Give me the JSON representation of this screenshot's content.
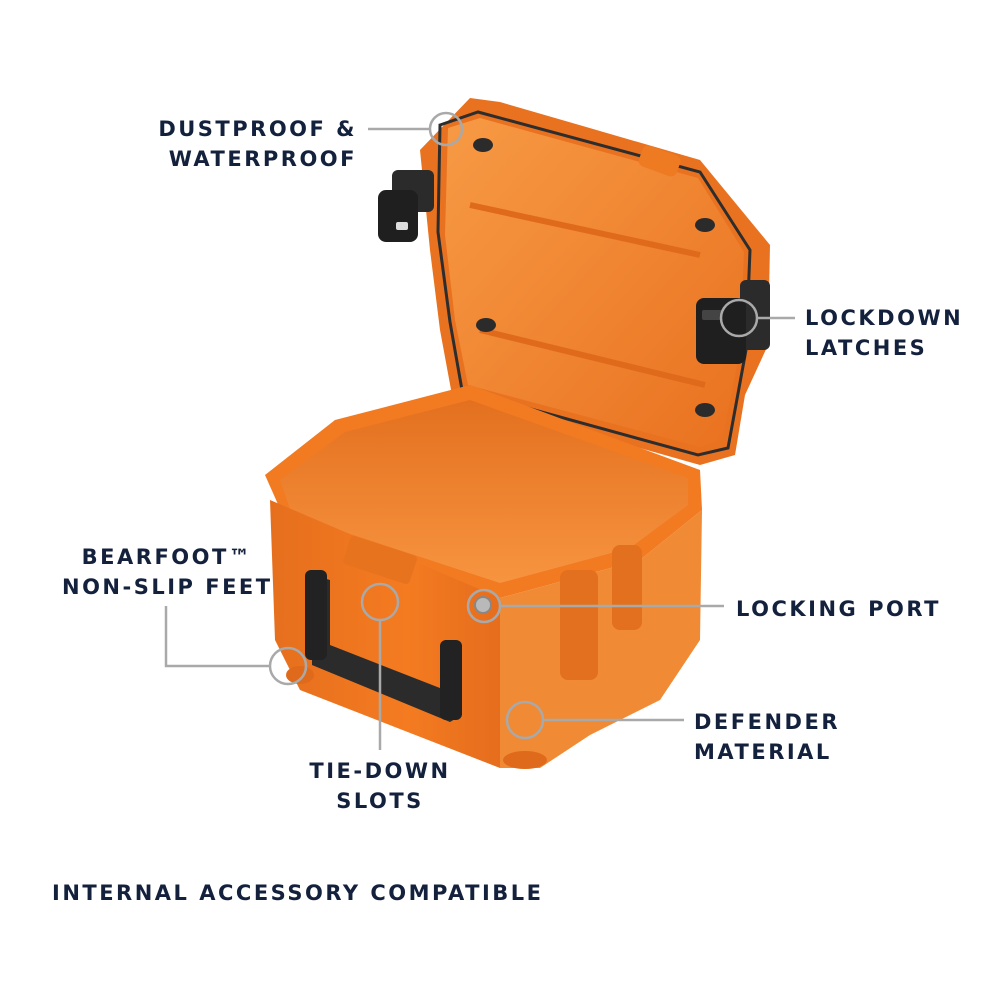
{
  "callouts": {
    "dustproof": {
      "line1": "DUSTPROOF &",
      "line2": "WATERPROOF"
    },
    "lockdown": {
      "line1": "LOCKDOWN",
      "line2": "LATCHES"
    },
    "bearfoot": {
      "line1": "BEARFOOT™",
      "line2": "NON-SLIP FEET"
    },
    "locking_port": {
      "line1": "LOCKING PORT"
    },
    "defender": {
      "line1": "DEFENDER",
      "line2": "MATERIAL"
    },
    "tiedown": {
      "line1": "TIE-DOWN",
      "line2": "SLOTS"
    }
  },
  "footer": {
    "text": "INTERNAL ACCESSORY COMPATIBLE"
  },
  "colors": {
    "case_orange": "#f47b20",
    "case_orange_dark": "#d9661a",
    "case_inner": "#f58a2e",
    "text_navy": "#14213d",
    "callout_gray": "#a9a9a9",
    "latch_black": "#2b2b2b"
  }
}
